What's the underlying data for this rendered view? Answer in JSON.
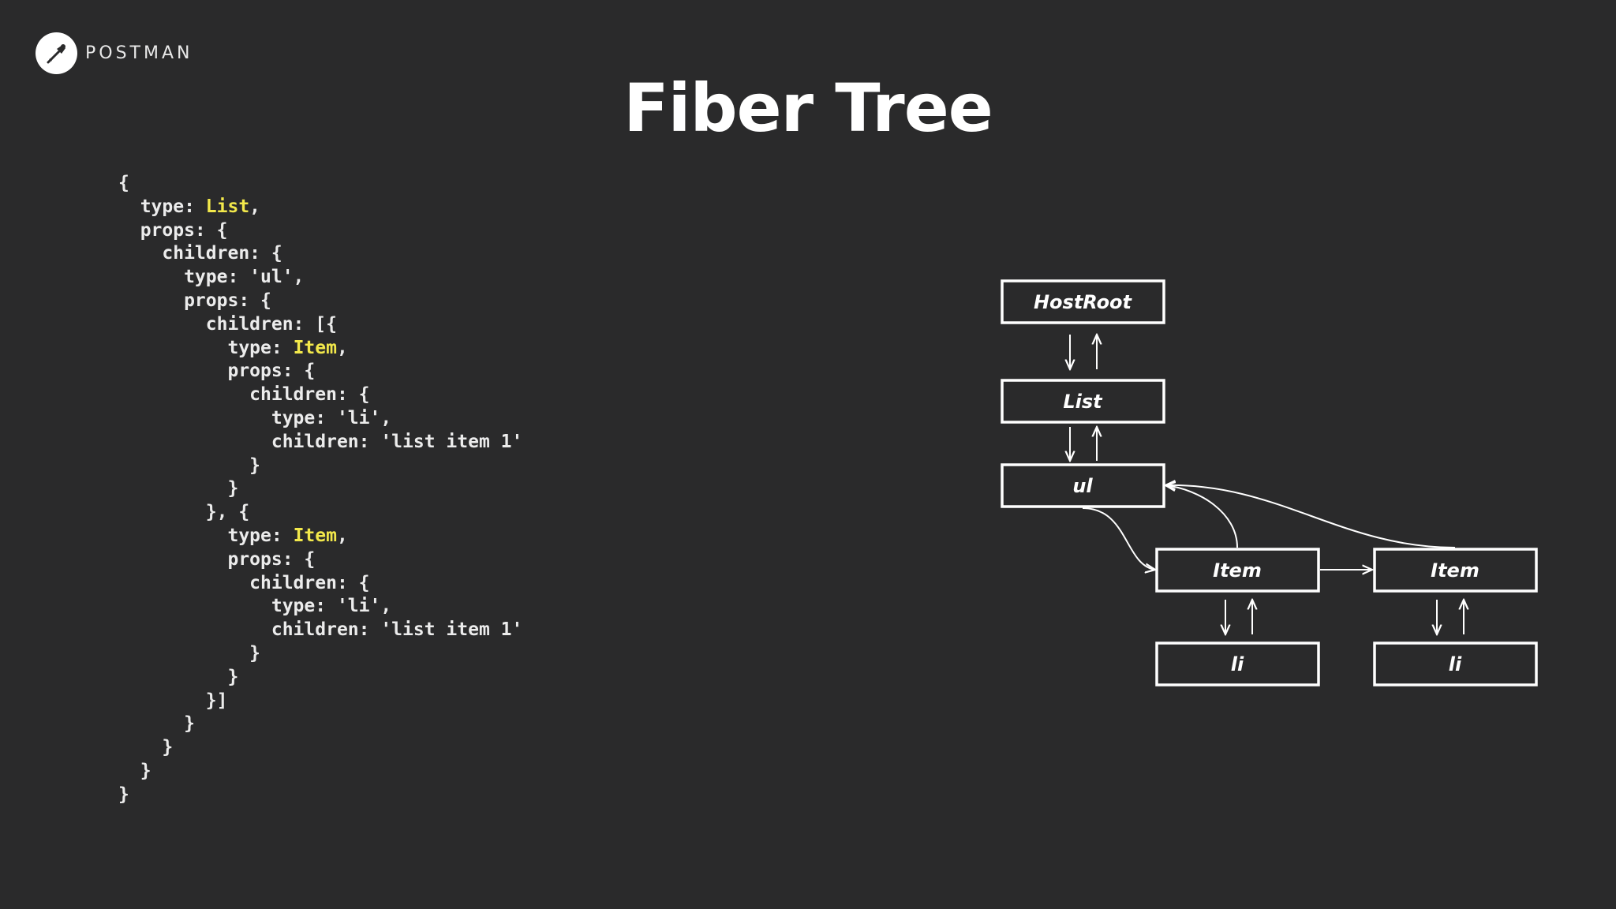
{
  "brand": {
    "name": "POSTMAN",
    "icon": "postman-logo-icon"
  },
  "slide": {
    "title": "Fiber Tree"
  },
  "code_lines": [
    [
      {
        "t": "{"
      }
    ],
    [
      {
        "t": "  type: "
      },
      {
        "t": "List",
        "hl": true
      },
      {
        "t": ","
      }
    ],
    [
      {
        "t": "  props: {"
      }
    ],
    [
      {
        "t": "    children: {"
      }
    ],
    [
      {
        "t": "      type: 'ul',"
      }
    ],
    [
      {
        "t": "      props: {"
      }
    ],
    [
      {
        "t": "        children: [{"
      }
    ],
    [
      {
        "t": "          type: "
      },
      {
        "t": "Item",
        "hl": true
      },
      {
        "t": ","
      }
    ],
    [
      {
        "t": "          props: {"
      }
    ],
    [
      {
        "t": "            children: {"
      }
    ],
    [
      {
        "t": "              type: 'li',"
      }
    ],
    [
      {
        "t": "              children: 'list item 1'"
      }
    ],
    [
      {
        "t": "            }"
      }
    ],
    [
      {
        "t": "          }"
      }
    ],
    [
      {
        "t": "        }, {"
      }
    ],
    [
      {
        "t": "          type: "
      },
      {
        "t": "Item",
        "hl": true
      },
      {
        "t": ","
      }
    ],
    [
      {
        "t": "          props: {"
      }
    ],
    [
      {
        "t": "            children: {"
      }
    ],
    [
      {
        "t": "              type: 'li',"
      }
    ],
    [
      {
        "t": "              children: 'list item 1'"
      }
    ],
    [
      {
        "t": "            }"
      }
    ],
    [
      {
        "t": "          }"
      }
    ],
    [
      {
        "t": "        }]"
      }
    ],
    [
      {
        "t": "      }"
      }
    ],
    [
      {
        "t": "    }"
      }
    ],
    [
      {
        "t": "  }"
      }
    ],
    [
      {
        "t": "}"
      }
    ]
  ],
  "diagram": {
    "nodes": {
      "hostroot": "HostRoot",
      "list": "List",
      "ul": "ul",
      "item1": "Item",
      "item2": "Item",
      "li1": "li",
      "li2": "li"
    }
  },
  "colors": {
    "background": "#2a2a2b",
    "highlight": "#f2e84b",
    "text": "#ffffff"
  }
}
